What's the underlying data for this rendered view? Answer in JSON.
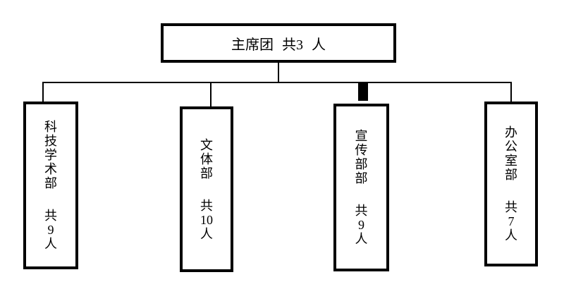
{
  "org_chart": {
    "root": {
      "label": "主席团 共3 人"
    },
    "departments": [
      {
        "name": "科技学术部",
        "count": "共9人"
      },
      {
        "name": "文体部",
        "count": "共10人"
      },
      {
        "name": "宣传部部",
        "count": "共9人"
      },
      {
        "name": "办公室部",
        "count": "共7人"
      }
    ]
  },
  "colors": {
    "line": "#000000",
    "border": "#000000",
    "text": "#000000",
    "background": "#ffffff"
  }
}
